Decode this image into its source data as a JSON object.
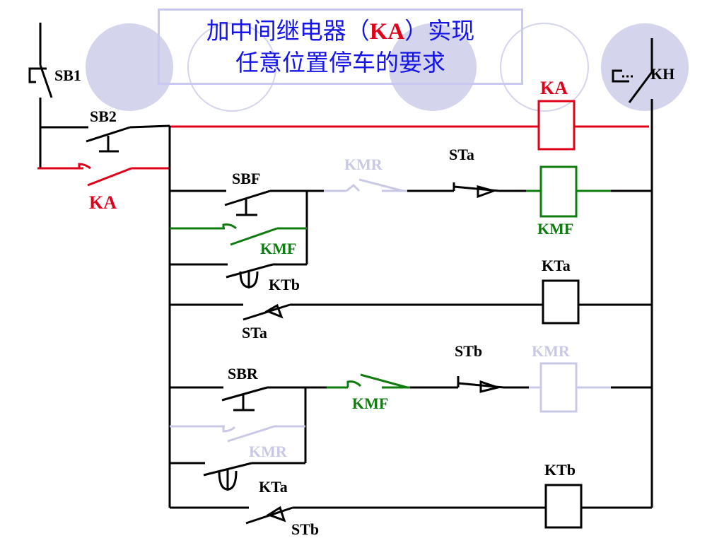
{
  "title": {
    "line1_pre": "加中间继电器（",
    "line1_ka": "KA",
    "line1_post": "）实现",
    "line2": "任意位置停车的要求"
  },
  "labels": {
    "sb1": "SB1",
    "sb2": "SB2",
    "ka_contact": "KA",
    "ka_coil": "KA",
    "kh": "KH",
    "kmr_contact_top": "KMR",
    "sta_top": "STa",
    "sbf": "SBF",
    "kmf_coil": "KMF",
    "kmf_hold": "KMF",
    "ktb_contact": "KTb",
    "kta_coil": "KTa",
    "sta_mid": "STa",
    "stb_top": "STb",
    "kmr_coil": "KMR",
    "sbr": "SBR",
    "kmf_interlock": "KMF",
    "kmr_hold": "KMR",
    "kta_contact": "KTa",
    "ktb_coil": "KTb",
    "stb_bottom": "STb"
  },
  "colors": {
    "wire": "#000000",
    "energized_ka": "#e0001a",
    "energized_kmf": "#107c10",
    "inactive": "#c9c9e6",
    "title": "#1515e6",
    "decor_circle": "#d4d4ec"
  }
}
